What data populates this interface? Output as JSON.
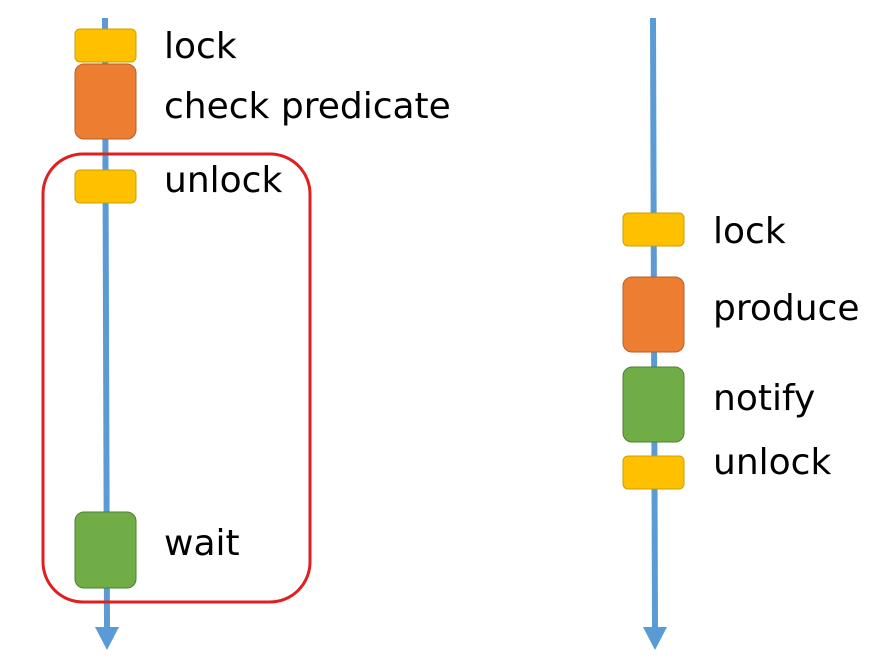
{
  "colors": {
    "timeline": "#5B9BD5",
    "lock_block": "#FFC000",
    "lock_block_border": "#C9A100",
    "process_block": "#ED7D31",
    "process_block_border": "#B5602A",
    "wait_block": "#70AD47",
    "wait_block_border": "#4F7F33",
    "highlight_frame": "#E02020"
  },
  "left_thread": {
    "steps": [
      {
        "label": "lock",
        "kind": "lock"
      },
      {
        "label": "check predicate",
        "kind": "process"
      },
      {
        "label": "unlock",
        "kind": "lock"
      },
      {
        "label": "wait",
        "kind": "wait"
      }
    ]
  },
  "right_thread": {
    "steps": [
      {
        "label": "lock",
        "kind": "lock"
      },
      {
        "label": "produce",
        "kind": "process"
      },
      {
        "label": "notify",
        "kind": "wait"
      },
      {
        "label": "unlock",
        "kind": "lock"
      }
    ]
  }
}
